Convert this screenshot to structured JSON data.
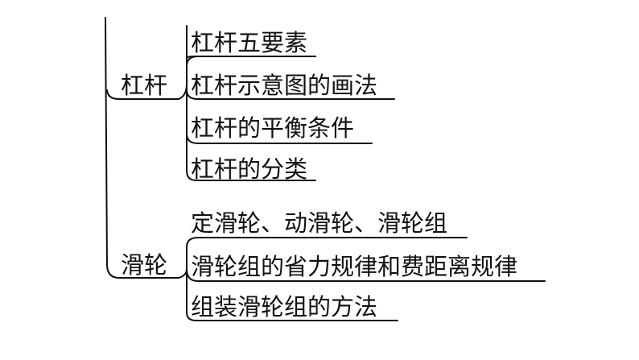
{
  "tree": {
    "groups": [
      {
        "label": "杠杆",
        "items": [
          "杠杆五要素",
          "杠杆示意图的画法",
          "杠杆的平衡条件",
          "杠杆的分类"
        ]
      },
      {
        "label": "滑轮",
        "items": [
          "定滑轮、动滑轮、滑轮组",
          "滑轮组的省力规律和费距离规律",
          "组装滑轮组的方法"
        ]
      }
    ]
  }
}
